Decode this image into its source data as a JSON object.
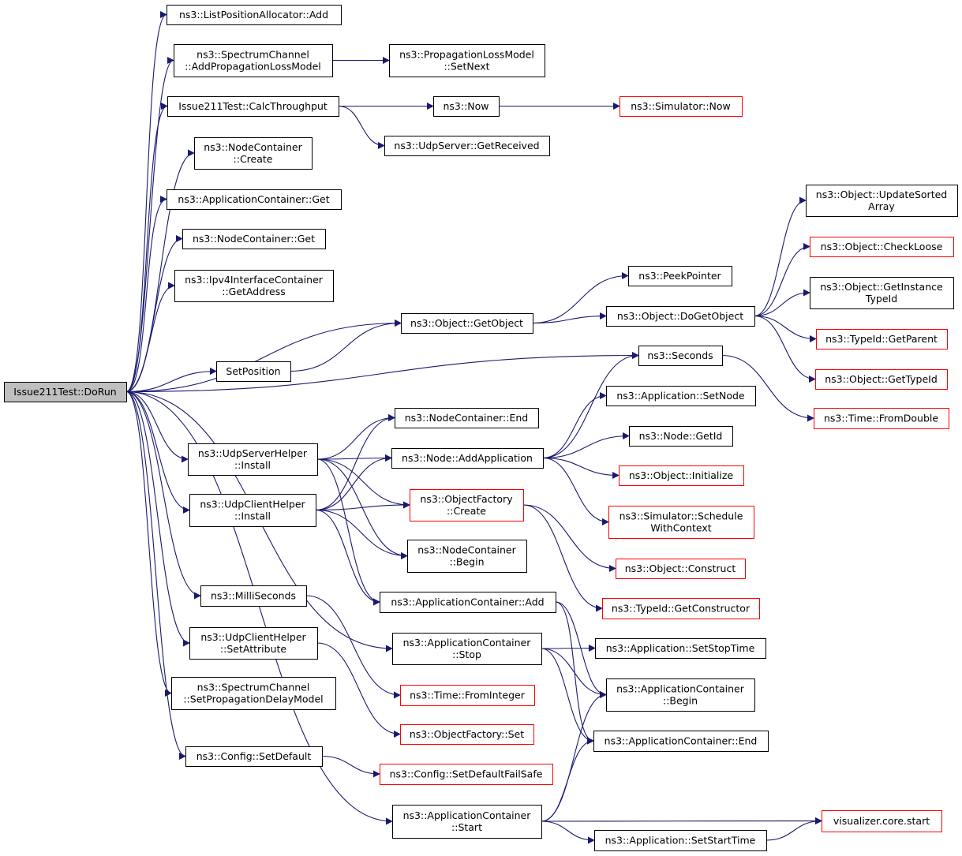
{
  "colors": {
    "edge": "#191970",
    "border_default": "#000000",
    "border_red": "#ff0000",
    "fill_default": "#ffffff",
    "fill_root": "#bfbfbf"
  },
  "nodes": {
    "doRun": {
      "lines": [
        "Issue211Test::DoRun"
      ],
      "style": "root"
    },
    "listAdd": {
      "lines": [
        "ns3::ListPositionAllocator::Add"
      ],
      "style": "normal"
    },
    "addProp": {
      "lines": [
        "ns3::SpectrumChannel",
        "::AddPropagationLossModel"
      ],
      "style": "normal"
    },
    "setNext": {
      "lines": [
        "ns3::PropagationLossModel",
        "::SetNext"
      ],
      "style": "normal"
    },
    "calcTp": {
      "lines": [
        "Issue211Test::CalcThroughput"
      ],
      "style": "normal"
    },
    "now": {
      "lines": [
        "ns3::Now"
      ],
      "style": "normal"
    },
    "simNow": {
      "lines": [
        "ns3::Simulator::Now"
      ],
      "style": "red"
    },
    "getReceived": {
      "lines": [
        "ns3::UdpServer::GetReceived"
      ],
      "style": "normal"
    },
    "ncCreate": {
      "lines": [
        "ns3::NodeContainer",
        "::Create"
      ],
      "style": "normal"
    },
    "acGet": {
      "lines": [
        "ns3::ApplicationContainer::Get"
      ],
      "style": "normal"
    },
    "ncGet": {
      "lines": [
        "ns3::NodeContainer::Get"
      ],
      "style": "normal"
    },
    "ipv4Addr": {
      "lines": [
        "ns3::Ipv4InterfaceContainer",
        "::GetAddress"
      ],
      "style": "normal"
    },
    "getObject": {
      "lines": [
        "ns3::Object::GetObject"
      ],
      "style": "normal"
    },
    "peekPtr": {
      "lines": [
        "ns3::PeekPointer"
      ],
      "style": "normal"
    },
    "doGetObject": {
      "lines": [
        "ns3::Object::DoGetObject"
      ],
      "style": "normal"
    },
    "updSorted": {
      "lines": [
        "ns3::Object::UpdateSorted",
        "Array"
      ],
      "style": "normal"
    },
    "checkLoose": {
      "lines": [
        "ns3::Object::CheckLoose"
      ],
      "style": "red"
    },
    "getInstTid": {
      "lines": [
        "ns3::Object::GetInstance",
        "TypeId"
      ],
      "style": "normal"
    },
    "tidParent": {
      "lines": [
        "ns3::TypeId::GetParent"
      ],
      "style": "red"
    },
    "objTypeId": {
      "lines": [
        "ns3::Object::GetTypeId"
      ],
      "style": "red"
    },
    "timeFromDouble": {
      "lines": [
        "ns3::Time::FromDouble"
      ],
      "style": "red"
    },
    "setPosition": {
      "lines": [
        "SetPosition"
      ],
      "style": "normal"
    },
    "seconds": {
      "lines": [
        "ns3::Seconds"
      ],
      "style": "normal"
    },
    "appSetNode": {
      "lines": [
        "ns3::Application::SetNode"
      ],
      "style": "normal"
    },
    "nodeGetId": {
      "lines": [
        "ns3::Node::GetId"
      ],
      "style": "normal"
    },
    "objInit": {
      "lines": [
        "ns3::Object::Initialize"
      ],
      "style": "red"
    },
    "schedCtx": {
      "lines": [
        "ns3::Simulator::Schedule",
        "WithContext"
      ],
      "style": "red"
    },
    "objConstruct": {
      "lines": [
        "ns3::Object::Construct"
      ],
      "style": "red"
    },
    "tidGetCtor": {
      "lines": [
        "ns3::TypeId::GetConstructor"
      ],
      "style": "red"
    },
    "ncEnd": {
      "lines": [
        "ns3::NodeContainer::End"
      ],
      "style": "normal"
    },
    "udpSrvInstall": {
      "lines": [
        "ns3::UdpServerHelper",
        "::Install"
      ],
      "style": "normal"
    },
    "nodeAddApp": {
      "lines": [
        "ns3::Node::AddApplication"
      ],
      "style": "normal"
    },
    "udpCliInstall": {
      "lines": [
        "ns3::UdpClientHelper",
        "::Install"
      ],
      "style": "normal"
    },
    "ofCreate": {
      "lines": [
        "ns3::ObjectFactory",
        "::Create"
      ],
      "style": "red"
    },
    "ncBegin": {
      "lines": [
        "ns3::NodeContainer",
        "::Begin"
      ],
      "style": "normal"
    },
    "acAdd": {
      "lines": [
        "ns3::ApplicationContainer::Add"
      ],
      "style": "normal"
    },
    "milliSeconds": {
      "lines": [
        "ns3::MilliSeconds"
      ],
      "style": "normal"
    },
    "acStop": {
      "lines": [
        "ns3::ApplicationContainer",
        "::Stop"
      ],
      "style": "normal"
    },
    "appSetStop": {
      "lines": [
        "ns3::Application::SetStopTime"
      ],
      "style": "normal"
    },
    "udpCliSetAttr": {
      "lines": [
        "ns3::UdpClientHelper",
        "::SetAttribute"
      ],
      "style": "normal"
    },
    "timeFromInt": {
      "lines": [
        "ns3::Time::FromInteger"
      ],
      "style": "red"
    },
    "acBegin": {
      "lines": [
        "ns3::ApplicationContainer",
        "::Begin"
      ],
      "style": "normal"
    },
    "setPropDelay": {
      "lines": [
        "ns3::SpectrumChannel",
        "::SetPropagationDelayModel"
      ],
      "style": "normal"
    },
    "ofSet": {
      "lines": [
        "ns3::ObjectFactory::Set"
      ],
      "style": "red"
    },
    "acEnd": {
      "lines": [
        "ns3::ApplicationContainer::End"
      ],
      "style": "normal"
    },
    "cfgSetDefault": {
      "lines": [
        "ns3::Config::SetDefault"
      ],
      "style": "normal"
    },
    "cfgSetDefaultFS": {
      "lines": [
        "ns3::Config::SetDefaultFailSafe"
      ],
      "style": "red"
    },
    "acStart": {
      "lines": [
        "ns3::ApplicationContainer",
        "::Start"
      ],
      "style": "normal"
    },
    "vizStart": {
      "lines": [
        "visualizer.core.start"
      ],
      "style": "red"
    },
    "appSetStart": {
      "lines": [
        "ns3::Application::SetStartTime"
      ],
      "style": "normal"
    }
  },
  "edges": [
    [
      "doRun",
      "listAdd"
    ],
    [
      "doRun",
      "addProp"
    ],
    [
      "doRun",
      "calcTp"
    ],
    [
      "doRun",
      "ncCreate"
    ],
    [
      "doRun",
      "acGet"
    ],
    [
      "doRun",
      "ncGet"
    ],
    [
      "doRun",
      "ipv4Addr"
    ],
    [
      "doRun",
      "getObject"
    ],
    [
      "doRun",
      "setPosition"
    ],
    [
      "doRun",
      "seconds"
    ],
    [
      "doRun",
      "udpSrvInstall"
    ],
    [
      "doRun",
      "udpCliInstall"
    ],
    [
      "doRun",
      "milliSeconds"
    ],
    [
      "doRun",
      "acStop"
    ],
    [
      "doRun",
      "udpCliSetAttr"
    ],
    [
      "doRun",
      "setPropDelay"
    ],
    [
      "doRun",
      "cfgSetDefault"
    ],
    [
      "doRun",
      "acStart"
    ],
    [
      "addProp",
      "setNext"
    ],
    [
      "calcTp",
      "now"
    ],
    [
      "calcTp",
      "getReceived"
    ],
    [
      "now",
      "simNow"
    ],
    [
      "getObject",
      "peekPtr"
    ],
    [
      "getObject",
      "doGetObject"
    ],
    [
      "doGetObject",
      "updSorted"
    ],
    [
      "doGetObject",
      "checkLoose"
    ],
    [
      "doGetObject",
      "getInstTid"
    ],
    [
      "doGetObject",
      "tidParent"
    ],
    [
      "doGetObject",
      "objTypeId"
    ],
    [
      "setPosition",
      "getObject"
    ],
    [
      "seconds",
      "timeFromDouble"
    ],
    [
      "udpSrvInstall",
      "ncEnd"
    ],
    [
      "udpSrvInstall",
      "nodeAddApp"
    ],
    [
      "udpSrvInstall",
      "ofCreate"
    ],
    [
      "udpSrvInstall",
      "ncBegin"
    ],
    [
      "udpSrvInstall",
      "acAdd"
    ],
    [
      "udpCliInstall",
      "ncEnd"
    ],
    [
      "udpCliInstall",
      "nodeAddApp"
    ],
    [
      "udpCliInstall",
      "ofCreate"
    ],
    [
      "udpCliInstall",
      "ncBegin"
    ],
    [
      "udpCliInstall",
      "acAdd"
    ],
    [
      "nodeAddApp",
      "seconds"
    ],
    [
      "nodeAddApp",
      "appSetNode"
    ],
    [
      "nodeAddApp",
      "nodeGetId"
    ],
    [
      "nodeAddApp",
      "objInit"
    ],
    [
      "nodeAddApp",
      "schedCtx"
    ],
    [
      "ofCreate",
      "objConstruct"
    ],
    [
      "ofCreate",
      "tidGetCtor"
    ],
    [
      "acAdd",
      "acBegin"
    ],
    [
      "acAdd",
      "acEnd"
    ],
    [
      "milliSeconds",
      "timeFromInt"
    ],
    [
      "acStop",
      "appSetStop"
    ],
    [
      "acStop",
      "acBegin"
    ],
    [
      "acStop",
      "acEnd"
    ],
    [
      "udpCliSetAttr",
      "ofSet"
    ],
    [
      "cfgSetDefault",
      "cfgSetDefaultFS"
    ],
    [
      "acStart",
      "acBegin"
    ],
    [
      "acStart",
      "acEnd"
    ],
    [
      "acStart",
      "vizStart"
    ],
    [
      "acStart",
      "appSetStart"
    ],
    [
      "appSetStart",
      "vizStart"
    ]
  ]
}
